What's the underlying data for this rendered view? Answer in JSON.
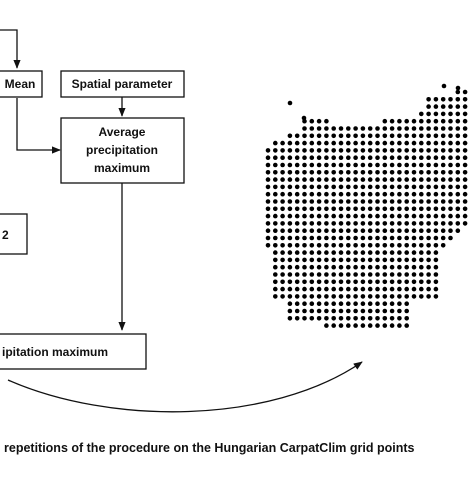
{
  "diagram": {
    "nodes": {
      "mean": {
        "label": "Mean"
      },
      "spatial": {
        "label": "Spatial parameter"
      },
      "average": {
        "lines": [
          "Average",
          "precipitation",
          "maximum"
        ]
      },
      "partial": {
        "label": "2"
      },
      "bottom": {
        "label": "ipitation maximum"
      }
    },
    "caption": "repetitions of the procedure on the Hungarian CarpatClim grid points"
  },
  "colors": {
    "stroke": "#111111",
    "text": "#111111",
    "dot": "#000000"
  }
}
